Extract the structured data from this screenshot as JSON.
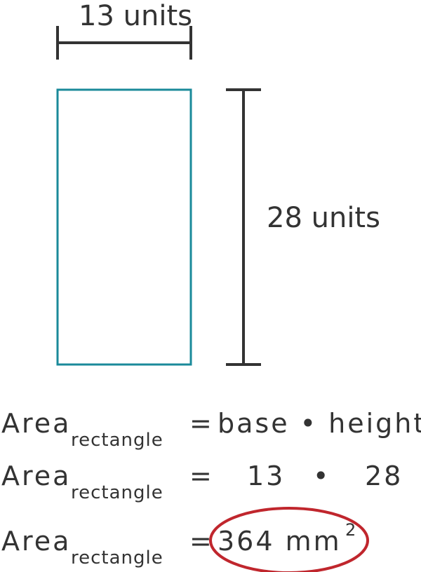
{
  "diagram": {
    "base_label": "13 units",
    "height_label": "28 units"
  },
  "equations": {
    "area_word": "Area",
    "subscript": "rectangle",
    "equals": "=",
    "line1_rhs": "base • height",
    "line2_base": "13",
    "line2_dot": "•",
    "line2_height": "28",
    "line3_value": "364 mm",
    "line3_exponent": "2"
  },
  "colors": {
    "rectangle": "#1a8a9a",
    "dimension_lines": "#333333",
    "text": "#333333",
    "highlight_ellipse": "#c0262d"
  }
}
